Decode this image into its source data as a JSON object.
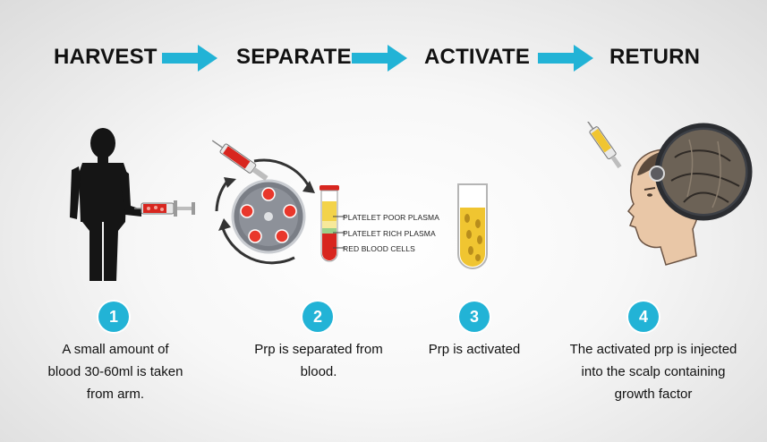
{
  "steps": [
    {
      "title": "HARVEST",
      "number": "1",
      "caption": "A small amount of\nblood 30-60ml is taken\nfrom arm."
    },
    {
      "title": "SEPARATE",
      "number": "2",
      "caption": "Prp is separated from\nblood."
    },
    {
      "title": "ACTIVATE",
      "number": "3",
      "caption": "Prp is activated"
    },
    {
      "title": "RETURN",
      "number": "4",
      "caption": "The activated prp is injected\ninto the scalp containing\ngrowth factor"
    }
  ],
  "tube_layers": [
    "PLATELET POOR PLASMA",
    "PLATELET RICH PLASMA",
    "RED BLOOD CELLS"
  ],
  "colors": {
    "accent": "#22b3d6",
    "blood": "#d8261f",
    "plasma": "#e8b92a",
    "text": "#111111"
  },
  "icons": [
    "person-silhouette-icon",
    "syringe-icon",
    "centrifuge-icon",
    "test-tube-icon",
    "head-profile-icon",
    "magnifier-icon",
    "arrow-right-icon"
  ]
}
